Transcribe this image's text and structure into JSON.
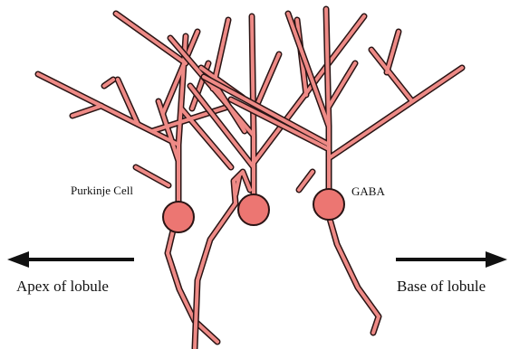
{
  "labels": {
    "cell": "Purkinje Cell",
    "neurotransmitter": "GABA",
    "left_direction": "Apex of lobule",
    "right_direction": "Base of lobule"
  },
  "colors": {
    "cell_fill": "#ee8a86",
    "soma_fill": "#ec7672",
    "outline": "#2a1414",
    "arrow": "#111111"
  }
}
